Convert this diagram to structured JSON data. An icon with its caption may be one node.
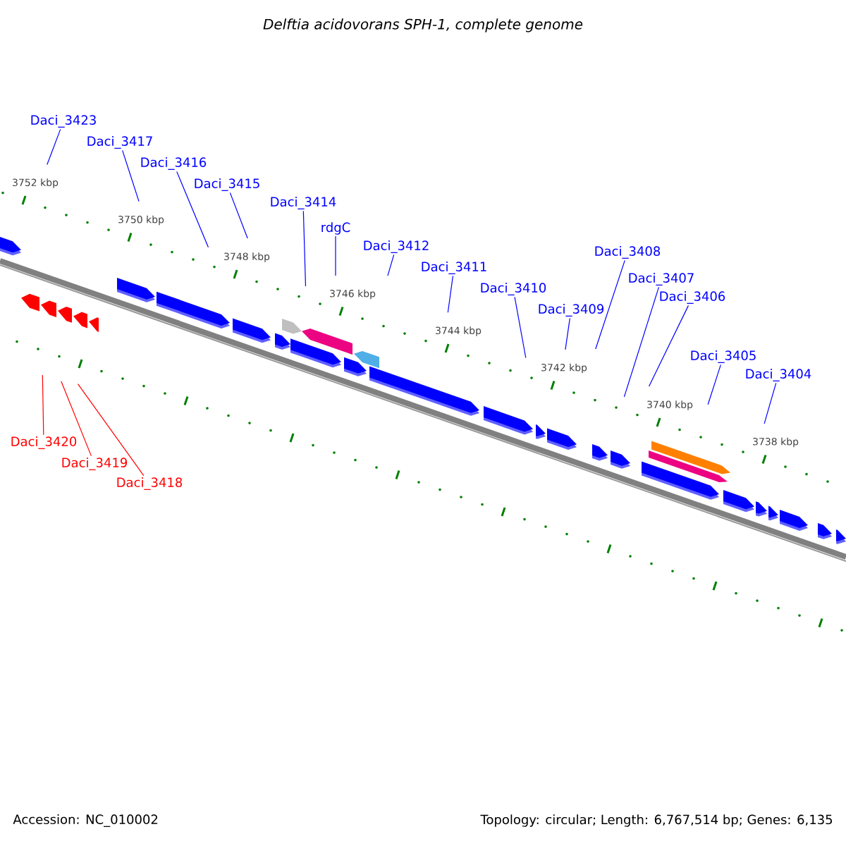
{
  "diagram": {
    "title": "Delftia acidovorans SPH-1, complete genome",
    "nodes": [
      {
        "text": [
          "Daci_3423"
        ]
      },
      {
        "text": [
          "Daci_3417"
        ]
      },
      {
        "text": [
          "Daci_3416"
        ]
      },
      {
        "text": [
          "Daci_3415"
        ]
      },
      {
        "text": [
          "Daci_3414"
        ]
      },
      {
        "text": [
          "rdgC"
        ]
      },
      {
        "text": [
          "Daci_3412"
        ]
      },
      {
        "text": [
          "Daci_3411"
        ]
      },
      {
        "text": [
          "Daci_3410"
        ]
      },
      {
        "text": [
          "Daci_3409"
        ]
      },
      {
        "text": [
          "Daci_3408"
        ]
      },
      {
        "text": [
          "Daci_3407"
        ]
      },
      {
        "text": [
          "Daci_3406"
        ]
      },
      {
        "text": [
          "Daci_3405"
        ]
      },
      {
        "text": [
          "Daci_3404"
        ]
      },
      {
        "text": [
          "Daci_3420"
        ]
      },
      {
        "text": [
          "Daci_3419"
        ]
      },
      {
        "text": [
          "Daci_3418"
        ]
      }
    ],
    "edges": [
      {
        "from": 0,
        "to": null,
        "arrow": "none"
      },
      {
        "from": 1,
        "to": null,
        "arrow": "none"
      },
      {
        "from": 2,
        "to": null,
        "arrow": "none"
      },
      {
        "from": 3,
        "to": null,
        "arrow": "none"
      },
      {
        "from": 4,
        "to": null,
        "arrow": "none"
      },
      {
        "from": 5,
        "to": null,
        "arrow": "none"
      },
      {
        "from": 6,
        "to": null,
        "arrow": "none"
      },
      {
        "from": 7,
        "to": null,
        "arrow": "none"
      },
      {
        "from": 8,
        "to": null,
        "arrow": "none"
      },
      {
        "from": 9,
        "to": null,
        "arrow": "none"
      },
      {
        "from": 10,
        "to": null,
        "arrow": "none"
      },
      {
        "from": 11,
        "to": null,
        "arrow": "none"
      },
      {
        "from": 12,
        "to": null,
        "arrow": "none"
      },
      {
        "from": 13,
        "to": null,
        "arrow": "none"
      },
      {
        "from": 14,
        "to": null,
        "arrow": "none"
      },
      {
        "from": 15,
        "to": null,
        "arrow": "none",
        "color": "#ff0000"
      },
      {
        "from": 16,
        "to": null,
        "arrow": "none",
        "color": "#ff0000"
      },
      {
        "from": 17,
        "to": null,
        "arrow": "none",
        "color": "#ff0000"
      }
    ],
    "labels": [
      "3752 kbp",
      "3750 kbp",
      "3748 kbp",
      "3746 kbp",
      "3744 kbp",
      "3742 kbp",
      "3740 kbp",
      "3738 kbp",
      "Accession: NC_010002",
      "Topology: circular; Length: 6,767,514 bp; Genes: 6,135"
    ]
  }
}
